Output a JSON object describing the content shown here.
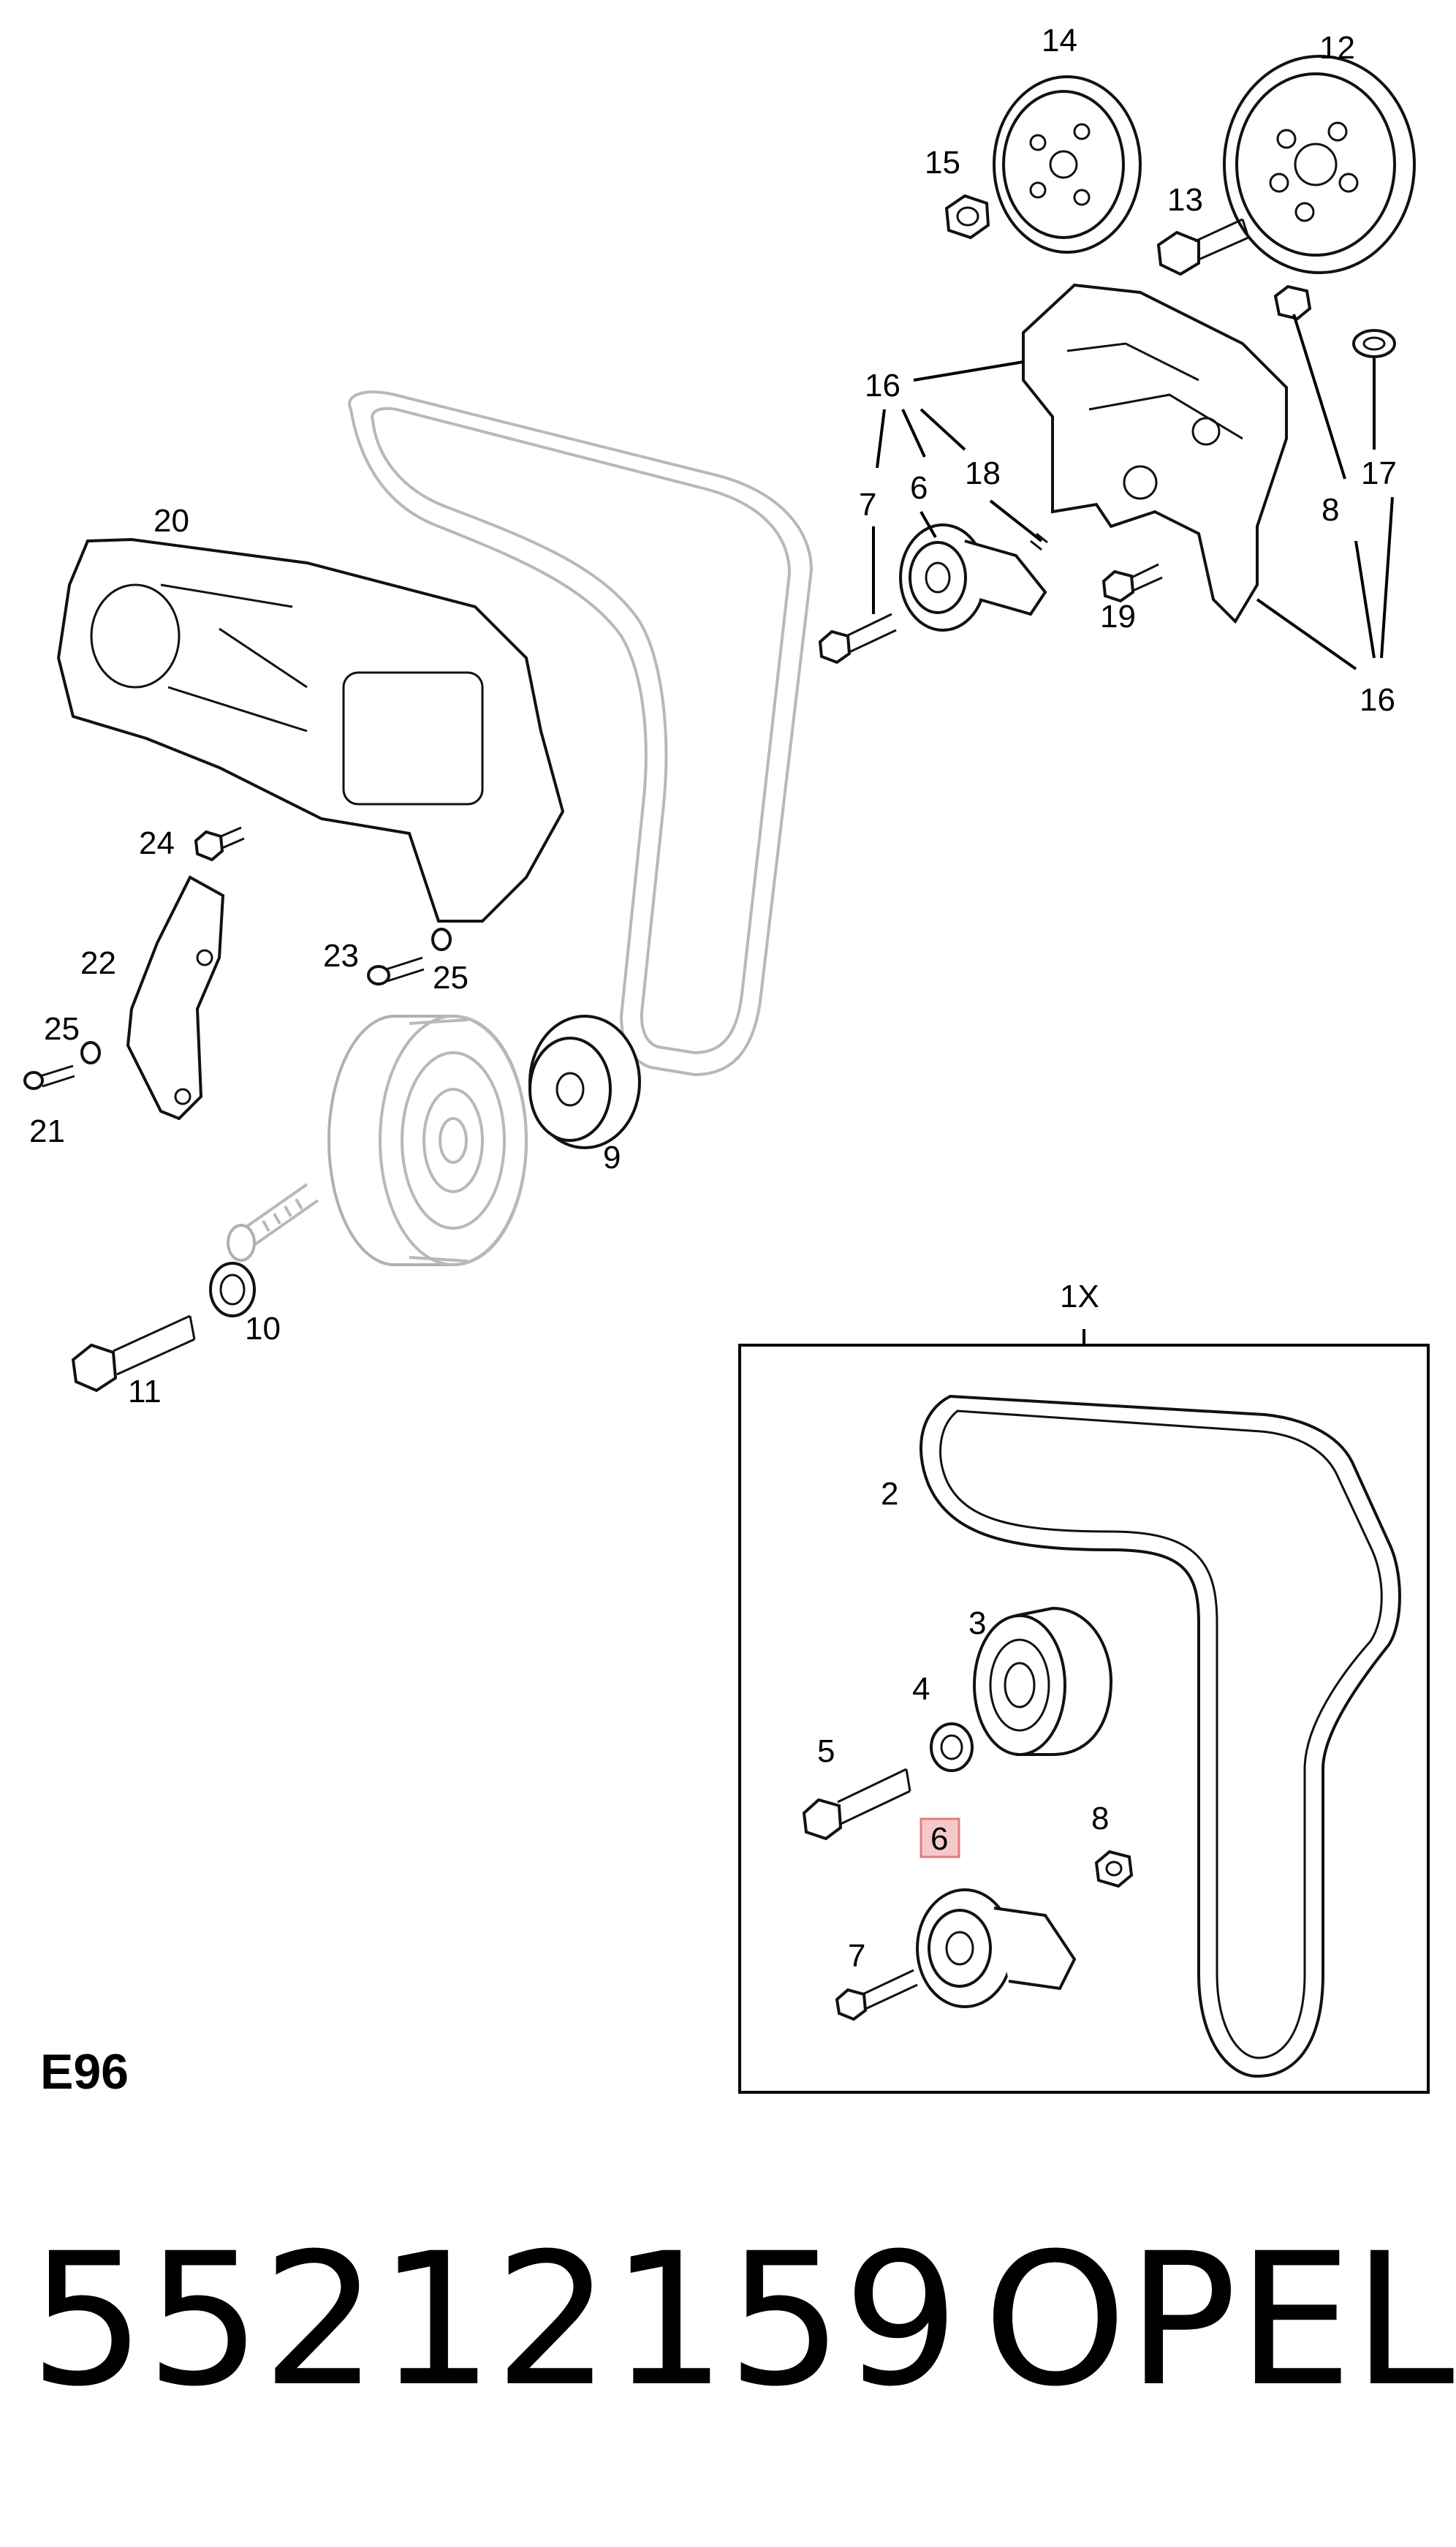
{
  "diagram": {
    "section_code": "E96",
    "part_number": "55212159",
    "brand": "OPEL",
    "kit_label": "1X",
    "highlighted_callout": "6",
    "callouts": {
      "c14": "14",
      "c12": "12",
      "c15": "15",
      "c13": "13",
      "c16a": "16",
      "c16b": "16",
      "c17": "17",
      "c8a": "8",
      "c18": "18",
      "c7a": "7",
      "c6a": "6",
      "c19": "19",
      "c20": "20",
      "c24": "24",
      "c22": "22",
      "c23": "23",
      "c25a": "25",
      "c25b": "25",
      "c21": "21",
      "c9": "9",
      "c10": "10",
      "c11": "11",
      "c2": "2",
      "c3": "3",
      "c4": "4",
      "c5": "5",
      "c8b": "8",
      "c6b": "6",
      "c7b": "7"
    }
  }
}
